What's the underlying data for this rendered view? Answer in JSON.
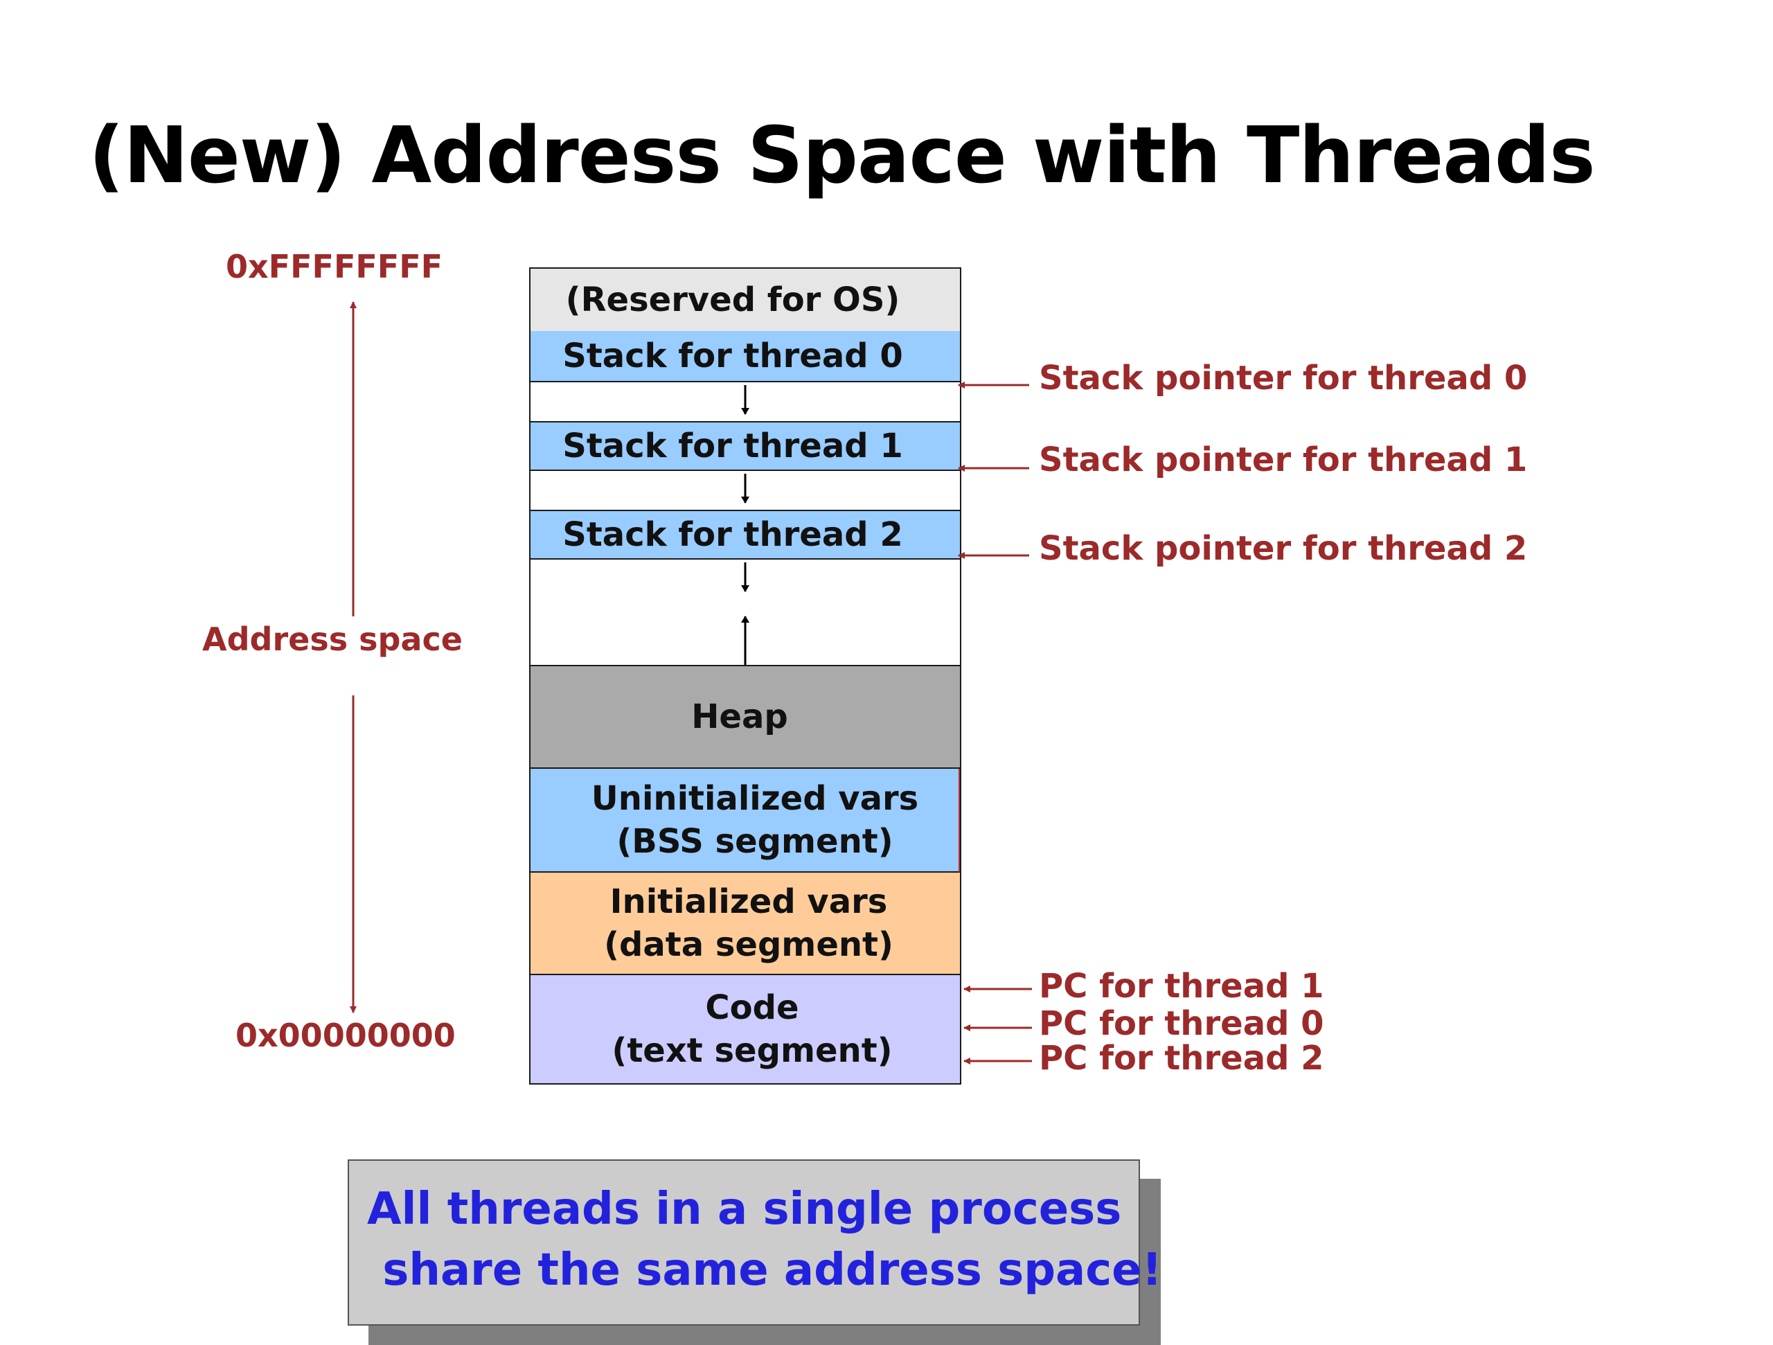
{
  "title": "(New) Address Space with Threads",
  "address_axis": {
    "top": "0xFFFFFFFF",
    "middle": "Address space",
    "bottom": "0x00000000"
  },
  "segments": {
    "reserved": "(Reserved for OS)",
    "stack0": "Stack for thread 0",
    "stack1": "Stack for thread 1",
    "stack2": "Stack for thread 2",
    "heap": "Heap",
    "bss_line1": "Uninitialized vars",
    "bss_line2": "(BSS segment)",
    "data_line1": "Initialized vars",
    "data_line2": "(data segment)",
    "code_line1": "Code",
    "code_line2": "(text segment)"
  },
  "pointers": {
    "sp0": "Stack pointer for thread 0",
    "sp1": "Stack pointer for thread 1",
    "sp2": "Stack pointer for thread 2",
    "pc1": "PC for thread 1",
    "pc0": "PC for thread 0",
    "pc2": "PC for thread 2"
  },
  "callout": {
    "line1": "All threads in a single process",
    "line2": " share the same address space!"
  },
  "colors": {
    "reserved": "#e6e6e6",
    "stack": "#99ccff",
    "heap": "#aaaaaa",
    "bss": "#99ccff",
    "data": "#ffcc99",
    "code": "#ccccff",
    "labels": "#9c2a2a",
    "callout_text": "#2222dd"
  }
}
